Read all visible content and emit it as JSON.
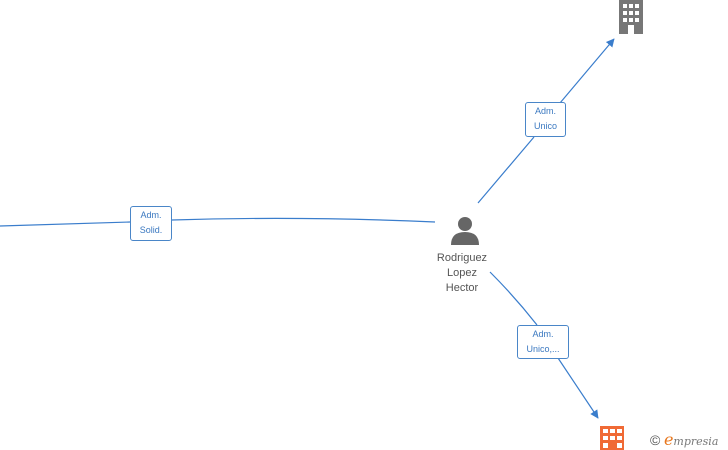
{
  "person": {
    "name_lines": [
      "Rodriguez",
      "Lopez",
      "Hector"
    ]
  },
  "edges": [
    {
      "label_lines": [
        "Adm.",
        "Solid."
      ]
    },
    {
      "label_lines": [
        "Adm.",
        "Unico"
      ]
    },
    {
      "label_lines": [
        "Adm.",
        "Unico,..."
      ]
    }
  ],
  "brand": {
    "copyright": "©",
    "name_initial": "e",
    "name_rest": "mpresia"
  },
  "colors": {
    "edge": "#3a7dcc",
    "person_icon": "#666666",
    "building_gray": "#777777",
    "building_orange": "#f06a35",
    "brand_orange": "#e8771e"
  },
  "icons": {
    "person": "person-icon",
    "company_top": "building-icon",
    "company_bottom": "building-icon"
  }
}
